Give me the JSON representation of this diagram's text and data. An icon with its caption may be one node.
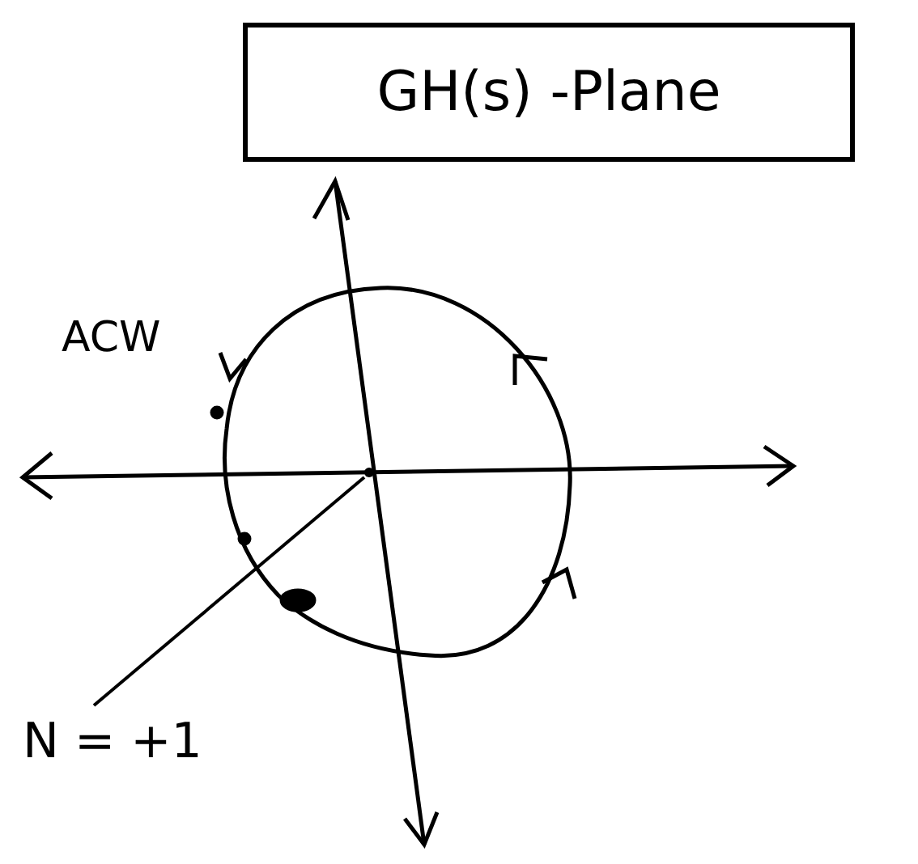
{
  "diagram": {
    "nodes": [
      {
        "text": [
          "GH(s) -Plane"
        ]
      },
      {
        "text": [
          "N = +1"
        ]
      },
      {
        "text": [],
        "shape": "point"
      }
    ],
    "edges": [
      {
        "from": 1,
        "to": 2,
        "arrow": "none"
      }
    ],
    "labels": [
      "ACW"
    ]
  }
}
